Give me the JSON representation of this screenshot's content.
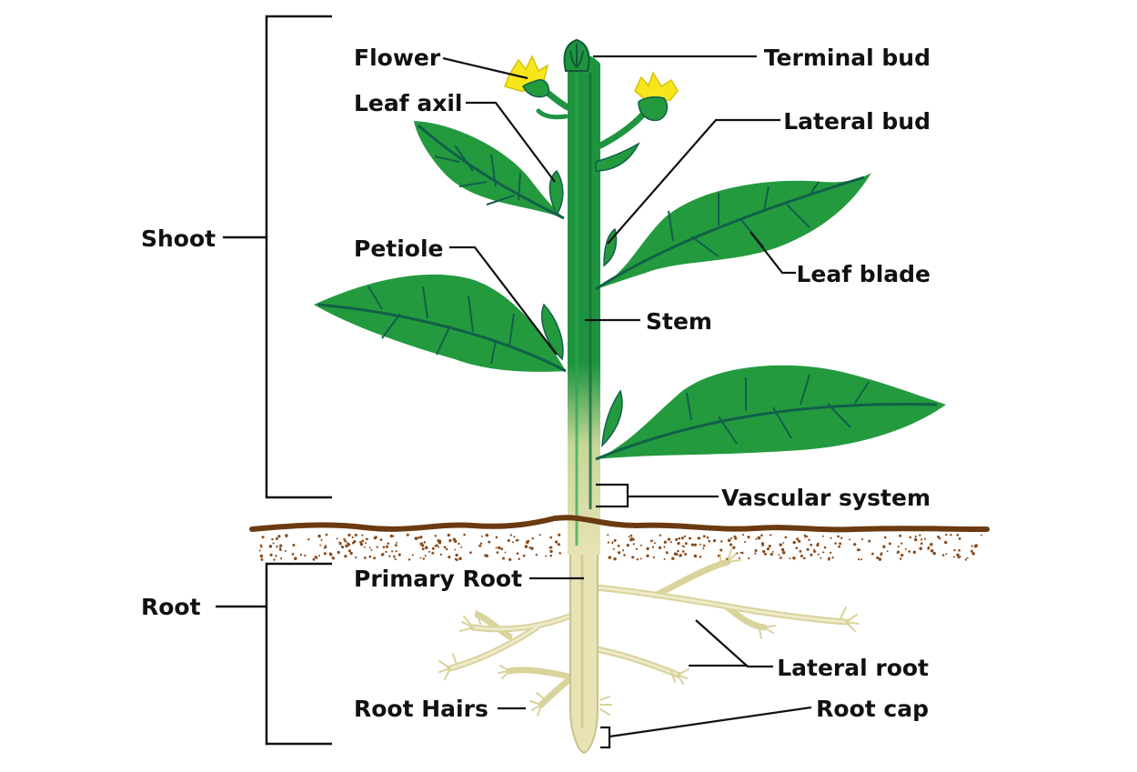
{
  "sections": {
    "shoot": "Shoot",
    "root": "Root"
  },
  "labels": {
    "flower": "Flower",
    "leaf_axil": "Leaf axil",
    "petiole": "Petiole",
    "terminal_bud": "Terminal bud",
    "lateral_bud": "Lateral bud",
    "leaf_blade": "Leaf blade",
    "stem": "Stem",
    "vascular_system": "Vascular system",
    "primary_root": "Primary Root",
    "lateral_root": "Lateral root",
    "root_hairs": "Root Hairs",
    "root_cap": "Root cap"
  },
  "colors": {
    "leaf": "#239a3e",
    "leaf_vein": "#11604a",
    "stem": "#1f9440",
    "flower": "#f7e61a",
    "soil": "#6b3a10",
    "soil_dots": "#8a4a1a",
    "root": "#e8e3b4",
    "root_edge": "#c9c28a",
    "line": "#111111"
  }
}
